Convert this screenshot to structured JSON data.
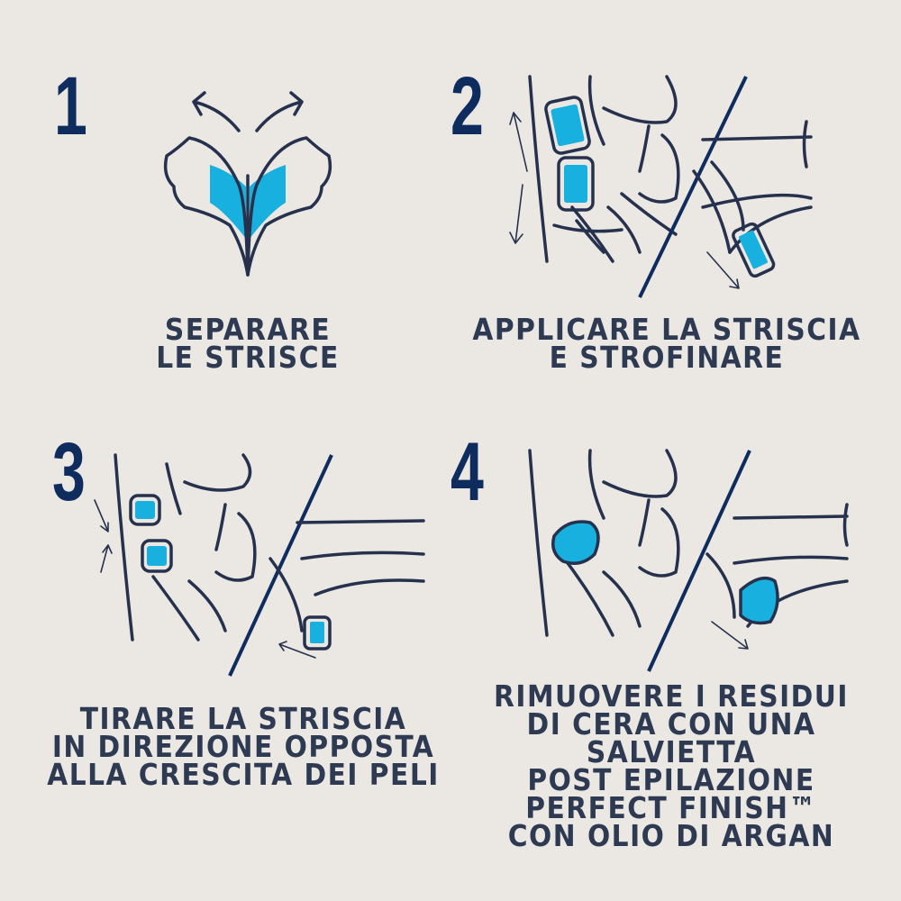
{
  "steps": [
    {
      "number": "1",
      "caption": [
        "SEPARARE",
        "LE STRISCE"
      ],
      "illustration": "separate-strips-icon"
    },
    {
      "number": "2",
      "caption": [
        "APPLICARE LA STRISCIA",
        "E STROFINARE"
      ],
      "illustration": "apply-strip-illustration"
    },
    {
      "number": "3",
      "caption": [
        "TIRARE LA STRISCIA",
        "IN DIREZIONE OPPOSTA",
        "ALLA CRESCITA DEI PELI"
      ],
      "illustration": "pull-strip-illustration"
    },
    {
      "number": "4",
      "caption": [
        "RIMUOVERE I RESIDUI",
        "DI CERA CON UNA",
        "SALVIETTA",
        "POST EPILAZIONE",
        "PERFECT FINISH™",
        "CON OLIO DI ARGAN"
      ],
      "illustration": "wipe-residue-illustration"
    }
  ],
  "colors": {
    "background": "#ebe8e4",
    "number": "#0f2c5e",
    "text": "#2d3a52",
    "accent": "#17b0df"
  }
}
